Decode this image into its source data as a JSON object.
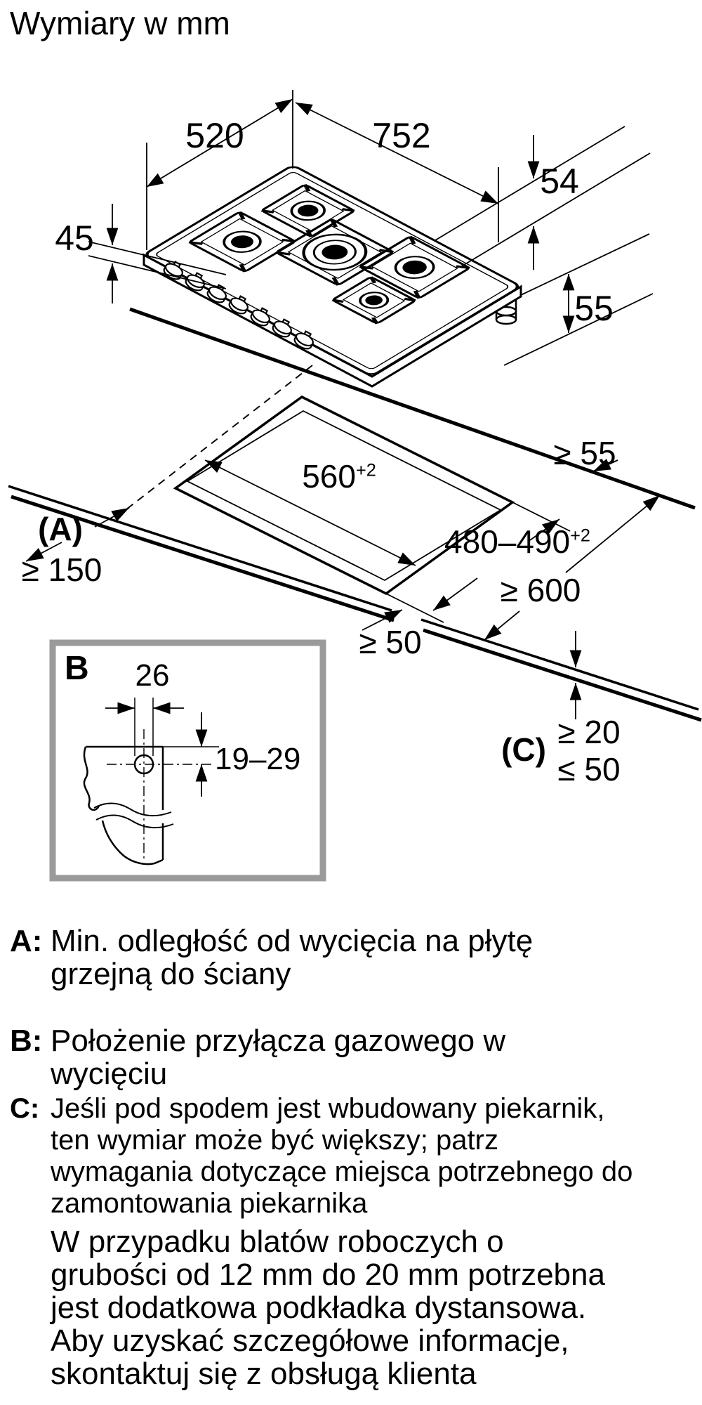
{
  "title": "Wymiary w mm",
  "colors": {
    "detail_border": "#9a9a9a",
    "line": "#000000"
  },
  "hob": {
    "depth": "520",
    "width": "752",
    "edge_clearance": "54",
    "profile_height": "45",
    "bottom_clearance": "55"
  },
  "cutout": {
    "wall_min": "≥ 55",
    "width": "560",
    "width_tol": "+2",
    "depth": "480–490",
    "depth_tol": "+2",
    "a_label": "(A)",
    "a_min": "≥ 150",
    "worktop_min": "≥ 600",
    "front_min": "≥ 50",
    "c_label": "(C)",
    "thickness_min": "≥ 20",
    "thickness_max": "≤ 50"
  },
  "detail_b": {
    "label": "B",
    "hole_width": "26",
    "hole_offset": "19–29"
  },
  "legend": [
    {
      "key": "A:",
      "lines": [
        "Min. odległość od wycięcia na płytę",
        "grzejną do ściany"
      ]
    },
    {
      "key": "B:",
      "lines": [
        "Położenie przyłącza gazowego w",
        "wycięciu"
      ]
    },
    {
      "key": "C:",
      "lines": [
        "Jeśli pod spodem jest wbudowany piekarnik,",
        "ten wymiar może być większy; patrz",
        "wymagania dotyczące miejsca potrzebnego do",
        "zamontowania piekarnika"
      ]
    },
    {
      "key": "",
      "lines": [
        "W przypadku blatów roboczych o",
        "grubości od 12 mm do 20 mm potrzebna",
        "jest dodatkowa podkładka dystansowa.",
        "Aby uzyskać szczegółowe informacje,",
        "skontaktuj się z obsługą klienta"
      ]
    }
  ]
}
